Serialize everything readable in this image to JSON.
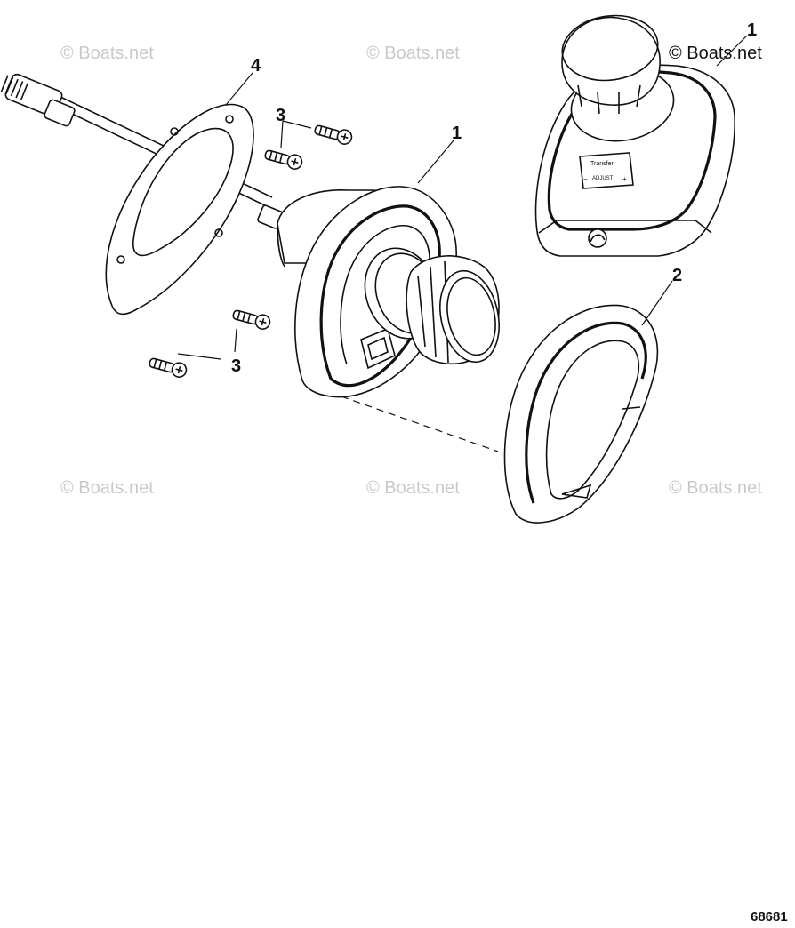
{
  "callouts": {
    "controller_assembly": "1",
    "controller_inset": "1",
    "cover": "2",
    "screws_upper": "3",
    "screws_lower": "3",
    "gasket": "4"
  },
  "watermark": "© Boats.net",
  "figure_number": "68681",
  "panel_labels": {
    "line1": "Transfer",
    "line2": "ADJUST",
    "minus": "−",
    "plus": "+"
  }
}
